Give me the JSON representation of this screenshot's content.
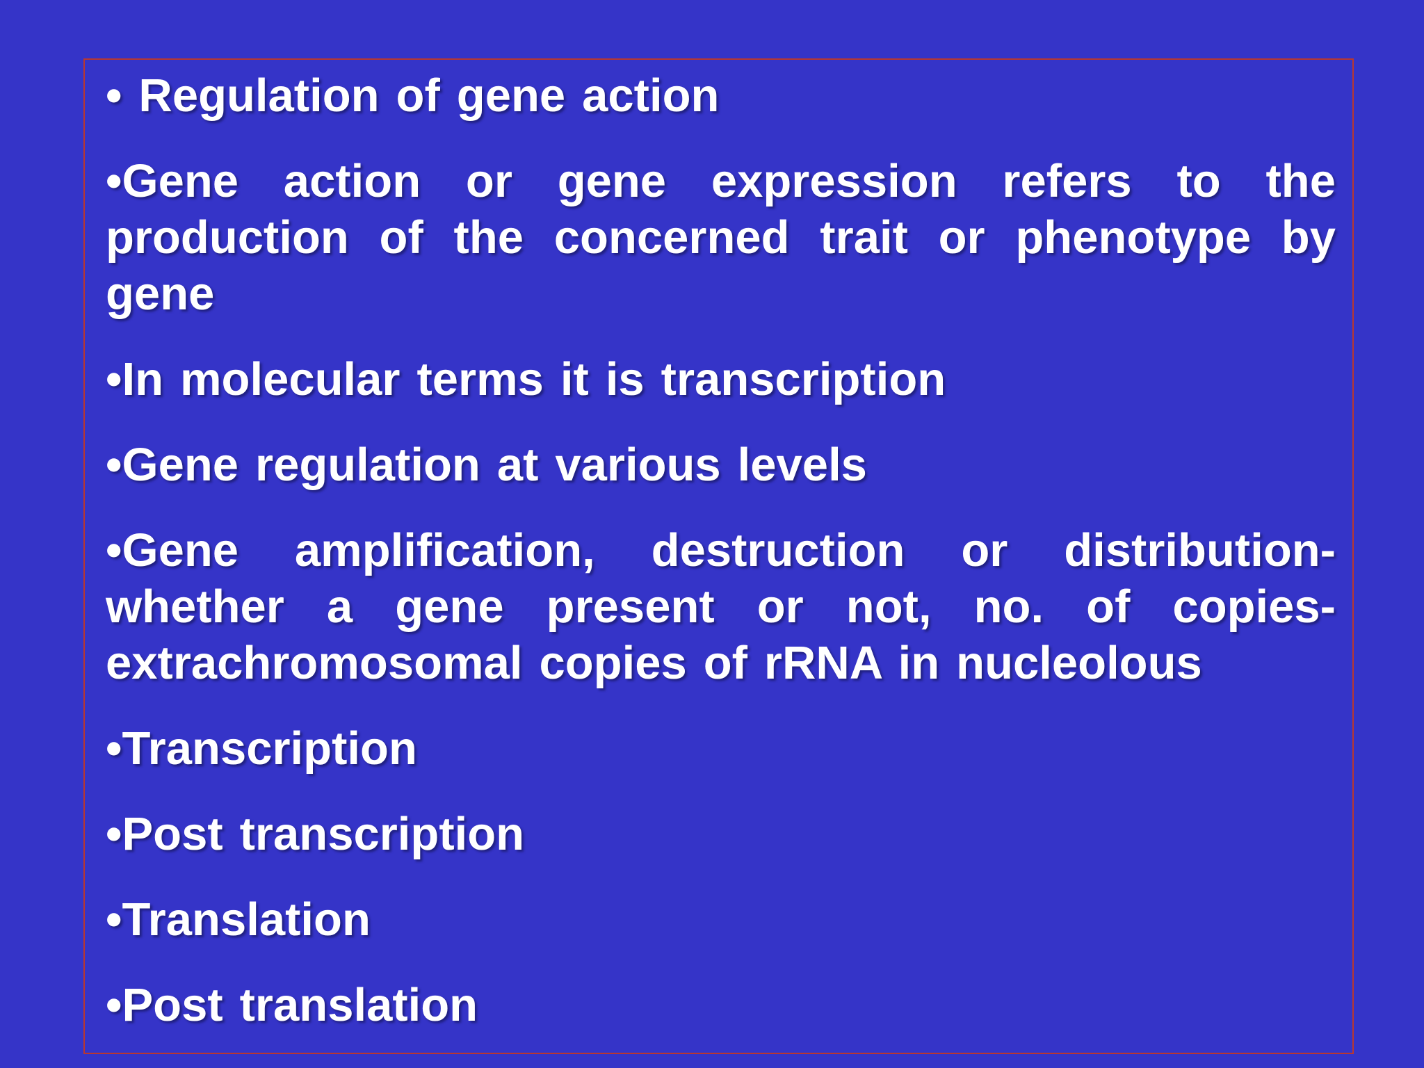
{
  "theme": {
    "bg": "#3534c8",
    "border": "#b83730",
    "text": "#ffffff"
  },
  "slide": {
    "paragraphs": [
      {
        "text": "• Regulation of gene action",
        "justify": false
      },
      {
        "text": "•Gene action or gene expression refers to the production of the concerned trait or phenotype by gene",
        "justify": true
      },
      {
        "text": "•In molecular terms it is transcription",
        "justify": false
      },
      {
        "text": "•Gene regulation at various levels",
        "justify": false
      },
      {
        "text": "•Gene amplification, destruction or distribution- whether a gene present or not, no. of copies- extrachromosomal copies of rRNA in nucleolous",
        "justify": true
      },
      {
        "text": "•Transcription",
        "justify": false
      },
      {
        "text": "•Post transcription",
        "justify": false
      },
      {
        "text": "•Translation",
        "justify": false
      },
      {
        "text": "•Post translation",
        "justify": false
      }
    ]
  }
}
